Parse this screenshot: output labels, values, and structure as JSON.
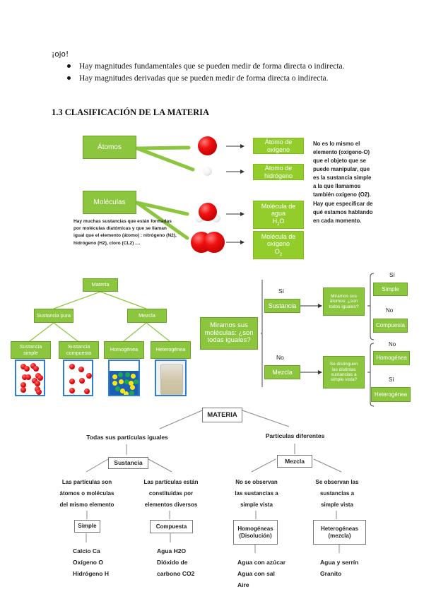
{
  "note": {
    "label": "¡ojo!",
    "bullets": [
      "Hay magnitudes fundamentales que se pueden medir de forma directa o indirecta.",
      "Hay magnitudes derivadas que se pueden medir de forma directa o indirecta."
    ]
  },
  "section_title": "1.3 CLASIFICACIÓN DE LA MATERIA",
  "diagram1": {
    "atomos_label": "Átomos",
    "moleculas_label": "Moléculas",
    "atomo_oxigeno": [
      "Átomo de",
      "oxígeno"
    ],
    "atomo_hidrogeno": [
      "Átomo de",
      "hidrógeno"
    ],
    "molecula_agua": [
      "Molécula de",
      "agua",
      "H",
      "2",
      "O"
    ],
    "molecula_oxigeno": [
      "Molécula de",
      "oxígeno",
      "O",
      "2"
    ],
    "moleculas_note": "Hay muchas sustancias que están formadas por moléculas diatómicas y que se llaman igual que el elemento (átomo) : nitrógeno (N2), hidrógeno (H2), cloro (CL2) ....",
    "side_note": "No es lo mismo el elemento (oxígeno-O) que el objeto que se puede manipular, que es la sustancia simple a la que llamamos también oxígeno (O2). Hay que especificar de qué estamos hablando en cada momento."
  },
  "diagram2": {
    "root": "Materia",
    "level1": [
      "Sustancia pura",
      "Mezcla"
    ],
    "level2": [
      [
        "Sustancia",
        "simple"
      ],
      [
        "Sustancia",
        "compuesta"
      ],
      [
        "Homogénea"
      ],
      [
        "Heterogénea"
      ]
    ]
  },
  "diagram3": {
    "question_main": [
      "Miramos sus",
      "moléculas: ¿son",
      "todas iguales?"
    ],
    "yes_label": "Sí",
    "no_label": "No",
    "sustancia": "Sustancia",
    "mezcla": "Mezcla",
    "question_atoms": [
      "Miramos sus",
      "átomos: ¿son",
      "todos iguales?"
    ],
    "question_vista": [
      "Se distinguen",
      "las distintas",
      "sustancias a",
      "simple vista?"
    ],
    "simple_yes": "Sí",
    "simple": "Simple",
    "compuesta_no": "No",
    "compuesta": "Compuesta",
    "homogenea_no": "No",
    "homogenea": "Homogénea",
    "heterogenea_yes": "Sí",
    "heterogenea": "Heterogénea"
  },
  "diagram4": {
    "root": "MATERIA",
    "left_branch": "Todas sus partículas iguales",
    "right_branch": "Partículas diferentes",
    "sustancia": "Sustancia",
    "mezcla": "Mezcla",
    "simple_desc": [
      "Las partículas son",
      "átomos o moléculas",
      "del mismo elemento"
    ],
    "compuesta_desc": [
      "Las partículas están",
      "constituidas por",
      "elementos diversos"
    ],
    "homog_desc": [
      "No se observan",
      "las sustancias a",
      "simple vista"
    ],
    "heterog_desc": [
      "Se observan las",
      "sustancias a",
      "simple vista"
    ],
    "simple": "Simple",
    "compuesta": "Compuesta",
    "homogeneas": [
      "Homogéneas",
      "(Disolución)"
    ],
    "heterogeneas": [
      "Heterogéneas",
      "(mezcla)"
    ],
    "simple_examples": [
      "Calcio Ca",
      "Oxígeno O",
      "Hidrógeno H"
    ],
    "compuesta_examples": [
      "Agua H2O",
      "Dióxido de",
      "carbono CO2"
    ],
    "homog_examples": [
      "Agua con azúcar",
      "Agua con sal",
      "Aire"
    ],
    "heterog_examples": [
      "Agua y serrín",
      "Granito"
    ]
  }
}
